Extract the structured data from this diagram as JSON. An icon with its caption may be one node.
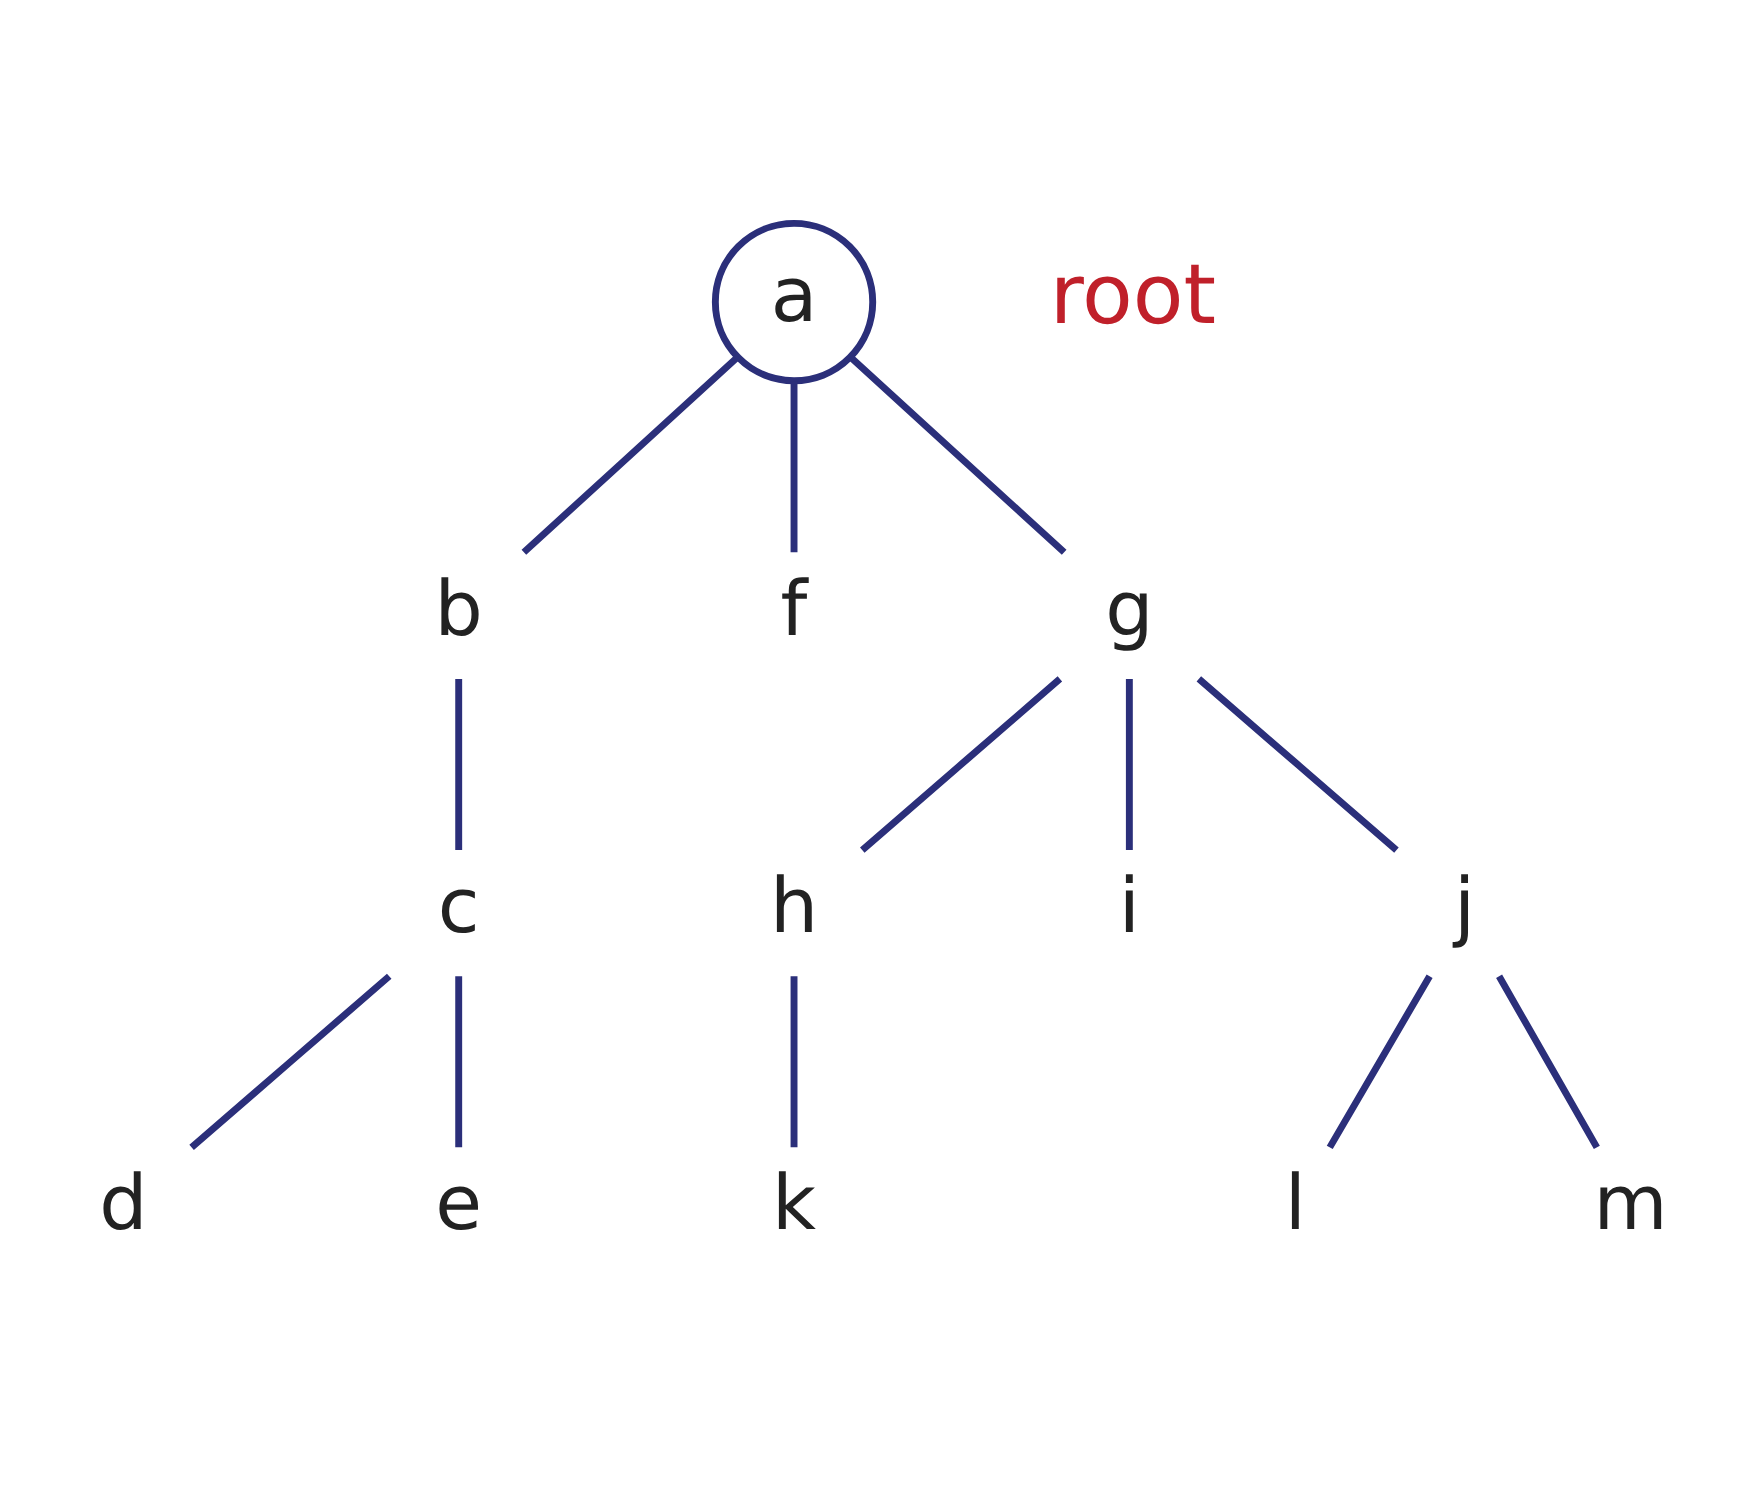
{
  "diagram": {
    "nodes": [
      {
        "text": [
          "a"
        ],
        "beside": [
          "root"
        ]
      },
      {
        "text": [
          "b"
        ]
      },
      {
        "text": [
          "f"
        ]
      },
      {
        "text": [
          "g"
        ]
      },
      {
        "text": [
          "c"
        ]
      },
      {
        "text": [
          "h"
        ]
      },
      {
        "text": [
          "i"
        ]
      },
      {
        "text": [
          "j"
        ]
      },
      {
        "text": [
          "d"
        ]
      },
      {
        "text": [
          "e"
        ]
      },
      {
        "text": [
          "k"
        ]
      },
      {
        "text": [
          "l"
        ]
      },
      {
        "text": [
          "m"
        ]
      }
    ],
    "edges": [
      {
        "from": 0,
        "to": 1,
        "arrow": "none"
      },
      {
        "from": 0,
        "to": 2,
        "arrow": "none"
      },
      {
        "from": 0,
        "to": 3,
        "arrow": "none"
      },
      {
        "from": 1,
        "to": 4,
        "arrow": "none"
      },
      {
        "from": 3,
        "to": 5,
        "arrow": "none"
      },
      {
        "from": 3,
        "to": 6,
        "arrow": "none"
      },
      {
        "from": 3,
        "to": 7,
        "arrow": "none"
      },
      {
        "from": 4,
        "to": 8,
        "arrow": "none"
      },
      {
        "from": 4,
        "to": 9,
        "arrow": "none"
      },
      {
        "from": 5,
        "to": 10,
        "arrow": "none"
      },
      {
        "from": 7,
        "to": 11,
        "arrow": "none"
      },
      {
        "from": 7,
        "to": 12,
        "arrow": "none"
      }
    ]
  }
}
